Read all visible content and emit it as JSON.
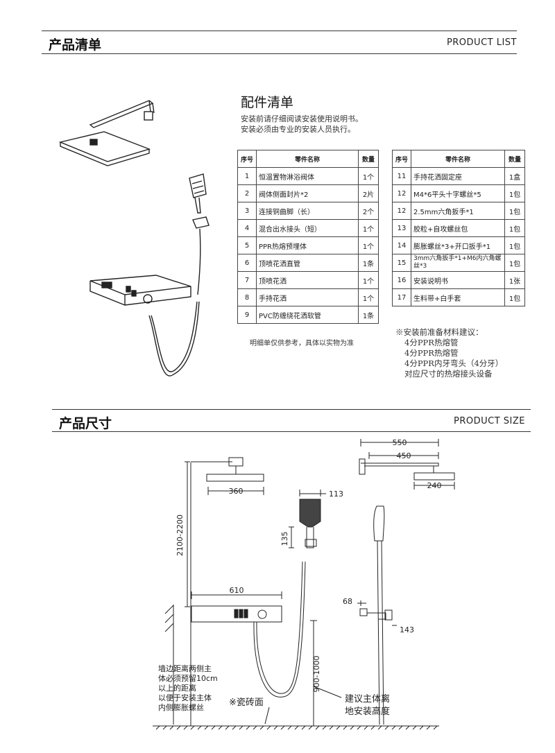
{
  "product_list": {
    "title": "产品清单",
    "title_en": "PRODUCT LIST"
  },
  "accessories": {
    "title": "配件清单",
    "notes": [
      "安装前请仔细阅读安装使用说明书。",
      "安装必须由专业的安装人员执行。"
    ],
    "headers": {
      "no": "序号",
      "name": "零件名称",
      "qty": "数量"
    },
    "left_rows": [
      {
        "no": "1",
        "name": "恒温置物淋浴阀体",
        "qty": "1个"
      },
      {
        "no": "2",
        "name": "阀体侧面封片*2",
        "qty": "2片"
      },
      {
        "no": "3",
        "name": "连接铜曲脚（长）",
        "qty": "2个"
      },
      {
        "no": "4",
        "name": "混合出水接头（短）",
        "qty": "1个"
      },
      {
        "no": "5",
        "name": "PPR热熔预埋体",
        "qty": "1个"
      },
      {
        "no": "6",
        "name": "顶喷花洒直管",
        "qty": "1条"
      },
      {
        "no": "7",
        "name": "顶喷花洒",
        "qty": "1个"
      },
      {
        "no": "8",
        "name": "手持花洒",
        "qty": "1个"
      },
      {
        "no": "9",
        "name": "PVC防缠绕花洒软管",
        "qty": "1条"
      }
    ],
    "right_rows": [
      {
        "no": "11",
        "name": "手持花洒固定座",
        "qty": "1盒"
      },
      {
        "no": "12",
        "name": "M4*6平头十字螺丝*5",
        "qty": "1包"
      },
      {
        "no": "12",
        "name": "2.5mm六角扳手*1",
        "qty": "1包"
      },
      {
        "no": "13",
        "name": "胶粒+自攻螺丝包",
        "qty": "1包"
      },
      {
        "no": "14",
        "name": "膨胀螺丝*3+开口扳手*1",
        "qty": "1包"
      },
      {
        "no": "15",
        "name": "3mm六角扳手*1+M6内六角螺丝*3",
        "qty": "1包"
      },
      {
        "no": "16",
        "name": "安装说明书",
        "qty": "1张"
      },
      {
        "no": "17",
        "name": "生料带+白手套",
        "qty": "1包"
      }
    ],
    "disclaimer": "明细单仅供参考，具体以实物为准",
    "recommend": [
      "※安装前准备材料建议：",
      "4分PPR热熔管",
      "4分PPR热熔管",
      "4分PPR内牙弯头（4分牙）",
      "对应尺寸的热熔接头设备"
    ]
  },
  "product_size": {
    "title": "产品尺寸",
    "title_en": "PRODUCT SIZE",
    "dims": {
      "head_width": "360",
      "height_range": "2100-2200",
      "body_width": "610",
      "handheld_width": "113",
      "handheld_height": "135",
      "arm_total": "550",
      "arm_length": "450",
      "head_side": "240",
      "side_offset": "68",
      "side_depth": "143",
      "body_height_range": "900-1000"
    },
    "wall_note": [
      "墙边距离两侧主",
      "体必须预留10cm",
      "以上的距离",
      "以便于安装主体",
      "内侧膨胀螺丝"
    ],
    "tile_label": "※瓷砖面",
    "install_note": [
      "建议主体离",
      "地安装高度"
    ]
  }
}
